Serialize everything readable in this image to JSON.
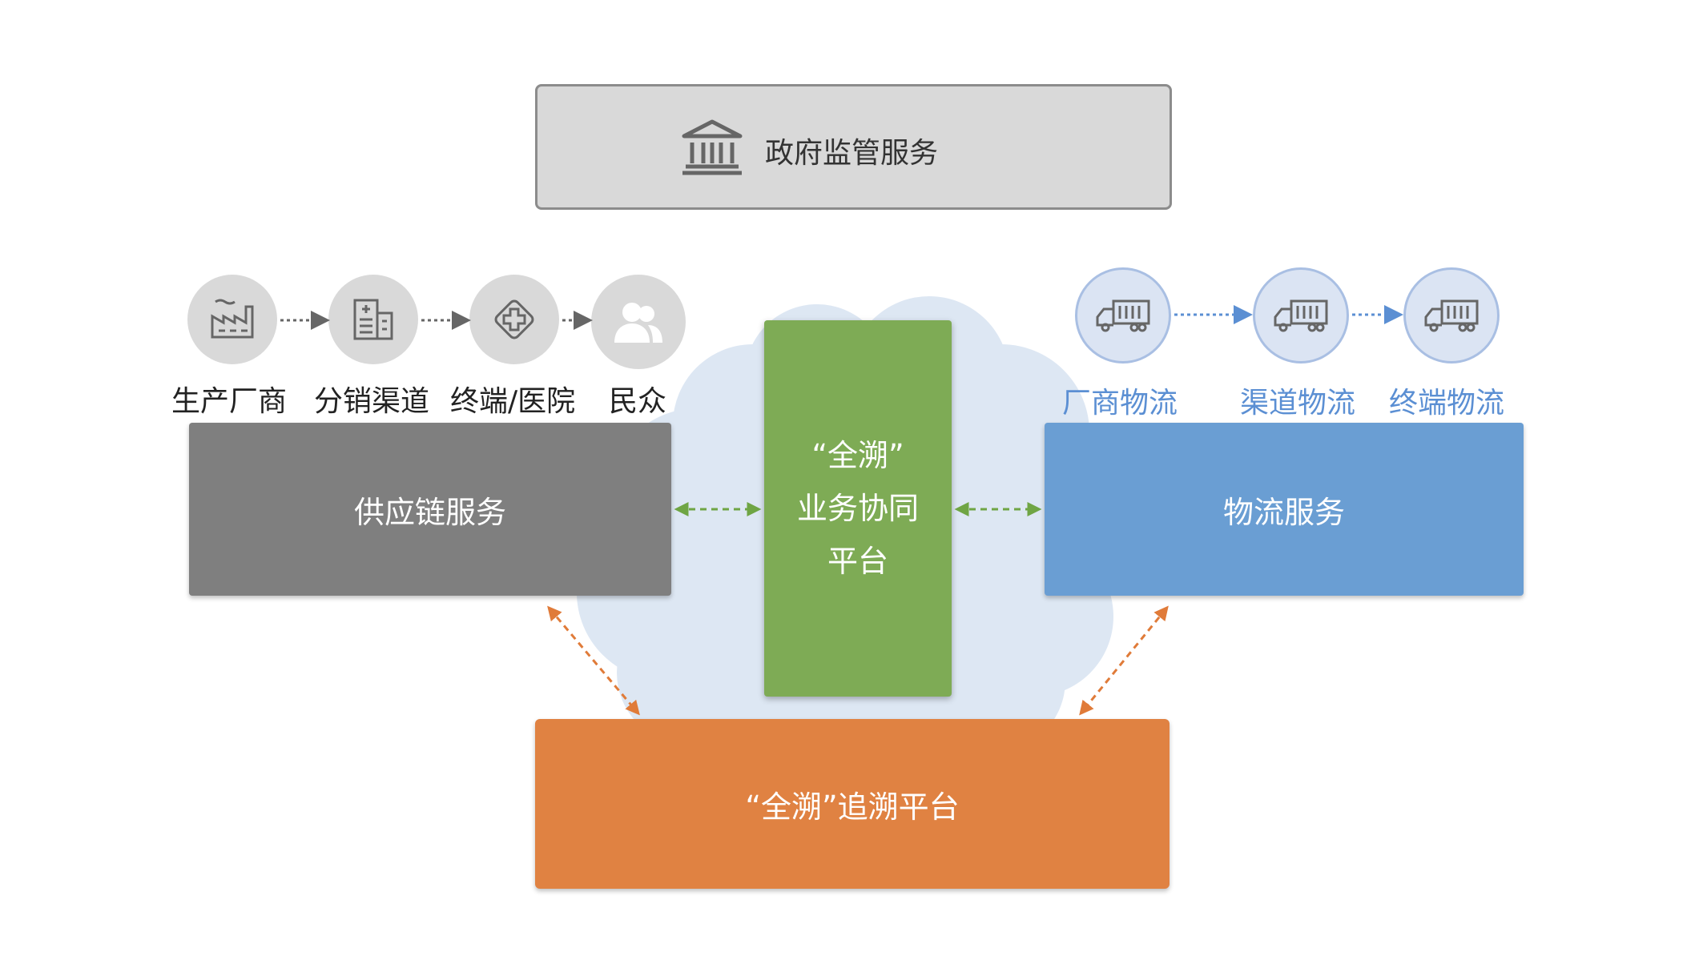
{
  "government": {
    "label": "政府监管服务",
    "icon": "government-building-icon"
  },
  "supply_chain": {
    "label": "供应链服务",
    "nodes": [
      {
        "label": "生产厂商",
        "icon": "factory-icon"
      },
      {
        "label": "分销渠道",
        "icon": "building-icon"
      },
      {
        "label": "终端/医院",
        "icon": "hospital-cross-icon"
      },
      {
        "label": "民众",
        "icon": "people-icon"
      }
    ]
  },
  "collab_platform": {
    "line1": "“全溯”",
    "line2": "业务协同",
    "line3": "平台"
  },
  "logistics": {
    "label": "物流服务",
    "nodes": [
      {
        "label": "厂商物流",
        "icon": "truck-icon"
      },
      {
        "label": "渠道物流",
        "icon": "truck-icon"
      },
      {
        "label": "终端物流",
        "icon": "truck-icon"
      }
    ]
  },
  "trace_platform": {
    "label": "“全溯”追溯平台"
  },
  "colors": {
    "supply": "#7f7f7f",
    "platform": "#7eab55",
    "logistics": "#6a9ed3",
    "trace": "#e08242",
    "government": "#d9d9d9",
    "cloud": "#dce8f4"
  }
}
